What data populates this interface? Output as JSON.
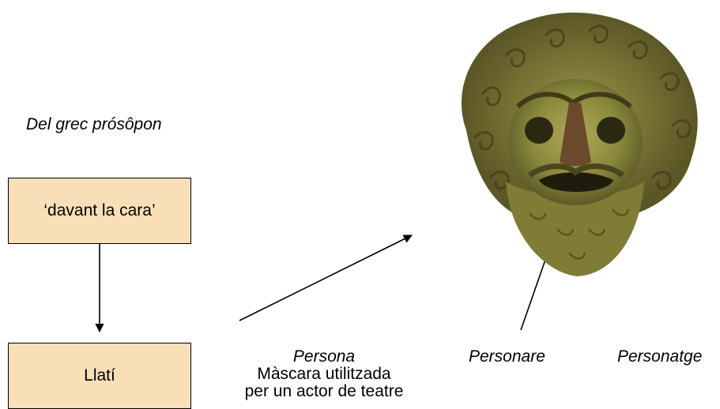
{
  "origin": {
    "label": "Del grec prósôpon"
  },
  "boxes": {
    "greek_meaning": "‘davant la cara’",
    "latin": "Llatí"
  },
  "persona": {
    "term": "Persona",
    "definition_line1": "Màscara utilitzada",
    "definition_line2": "per un actor de teatre"
  },
  "words": {
    "personare": "Personare",
    "personatge": "Personatge"
  },
  "colors": {
    "box_fill": "#f8dfb8",
    "mask_bronze": "#8a8a3c",
    "mask_dark": "#4f4a22",
    "mask_light": "#c9c47a"
  },
  "image": {
    "subject": "bronze-theatre-mask"
  }
}
